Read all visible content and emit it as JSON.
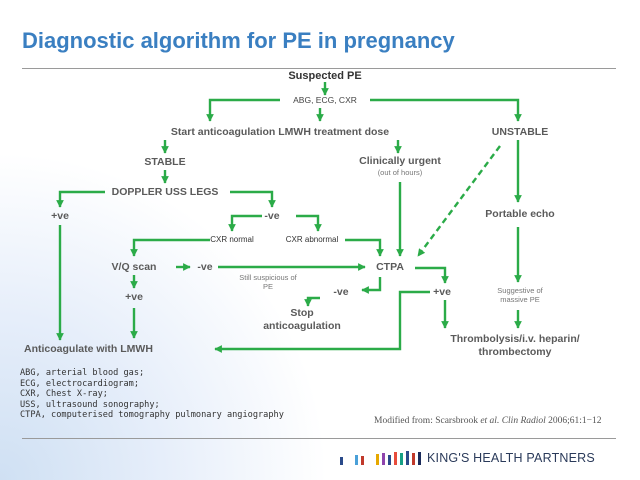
{
  "title": "Diagnostic algorithm for PE in pregnancy",
  "nodes": {
    "suspected_pe": "Suspected PE",
    "abg_ecg_cxr": "ABG, ECG, CXR",
    "start_anticoag": "Start anticoagulation LMWH treatment dose",
    "unstable": "UNSTABLE",
    "stable": "STABLE",
    "clinically_urgent": "Clinically urgent",
    "clinically_urgent_note": "(out of hours)",
    "doppler": "DOPPLER USS LEGS",
    "pos_ve_left": "+ve",
    "neg_ve_doppler": "-ve",
    "portable_echo": "Portable echo",
    "cxr_normal": "CXR normal",
    "cxr_abnormal": "CXR abnormal",
    "vq_scan": "V/Q scan",
    "neg_ve_vq": "-ve",
    "still_suspicious_1": "Still suspicious of",
    "still_suspicious_2": "PE",
    "ctpa": "CTPA",
    "pos_ve_vq": "+ve",
    "neg_ve_ctpa": "-ve",
    "pos_ve_ctpa": "+ve",
    "suggestive_1": "Suggestive of",
    "suggestive_2": "massive PE",
    "stop_1": "Stop",
    "stop_2": "anticoagulation",
    "anticoagulate": "Anticoagulate with LMWH",
    "thrombolysis_1": "Thrombolysis/i.v. heparin/",
    "thrombolysis_2": "thrombectomy"
  },
  "abbreviations": [
    "ABG, arterial blood gas;",
    "ECG, electrocardiogram;",
    "CXR, Chest X-ray;",
    "USS, ultrasound sonography;",
    "CTPA, computerised tomography pulmonary angiography"
  ],
  "citation": {
    "prefix": "Modified from: Scarsbrook ",
    "etal": "et al.",
    "journal": "Clin Radiol",
    "suffix": " 2006;61:1−12"
  },
  "logo": {
    "name": "KING'S HEALTH PARTNERS"
  },
  "colors": {
    "arrow": "#2bab48",
    "title": "#3a7fc1",
    "text": "#5a5a5a"
  }
}
